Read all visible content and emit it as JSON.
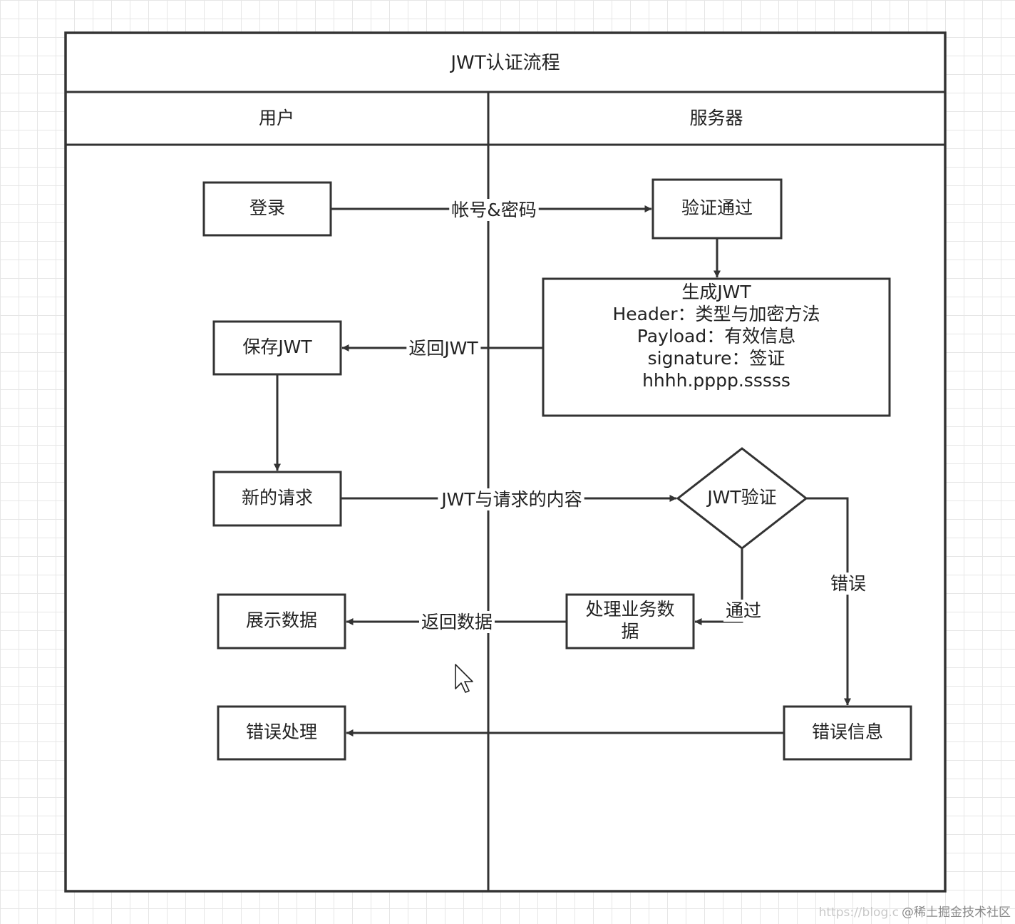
{
  "diagram": {
    "title": "JWT认证流程",
    "lanes": [
      {
        "id": "user",
        "label": "用户"
      },
      {
        "id": "server",
        "label": "服务器"
      }
    ],
    "nodes": [
      {
        "id": "login",
        "shape": "rect",
        "lane": "user",
        "lines": [
          "登录"
        ]
      },
      {
        "id": "verify_pass",
        "shape": "rect",
        "lane": "server",
        "lines": [
          "验证通过"
        ]
      },
      {
        "id": "gen_jwt",
        "shape": "rect",
        "lane": "server",
        "lines": [
          "生成JWT",
          "Header：类型与加密方法",
          "Payload：有效信息",
          "signature：签证",
          "hhhh.pppp.sssss"
        ]
      },
      {
        "id": "save_jwt",
        "shape": "rect",
        "lane": "user",
        "lines": [
          "保存JWT"
        ]
      },
      {
        "id": "new_request",
        "shape": "rect",
        "lane": "user",
        "lines": [
          "新的请求"
        ]
      },
      {
        "id": "jwt_verify",
        "shape": "diamond",
        "lane": "server",
        "lines": [
          "JWT验证"
        ]
      },
      {
        "id": "process_data",
        "shape": "rect",
        "lane": "server",
        "lines": [
          "处理业务数",
          "据"
        ]
      },
      {
        "id": "show_data",
        "shape": "rect",
        "lane": "user",
        "lines": [
          "展示数据"
        ]
      },
      {
        "id": "error_info",
        "shape": "rect",
        "lane": "server",
        "lines": [
          "错误信息"
        ]
      },
      {
        "id": "error_handle",
        "shape": "rect",
        "lane": "user",
        "lines": [
          "错误处理"
        ]
      }
    ],
    "edges": [
      {
        "id": "e1",
        "from": "login",
        "to": "verify_pass",
        "label": "帐号&密码"
      },
      {
        "id": "e2",
        "from": "verify_pass",
        "to": "gen_jwt",
        "label": ""
      },
      {
        "id": "e3",
        "from": "gen_jwt",
        "to": "save_jwt",
        "label": "返回JWT"
      },
      {
        "id": "e4",
        "from": "save_jwt",
        "to": "new_request",
        "label": ""
      },
      {
        "id": "e5",
        "from": "new_request",
        "to": "jwt_verify",
        "label": "JWT与请求的内容"
      },
      {
        "id": "e6",
        "from": "jwt_verify",
        "to": "process_data",
        "label": "通过"
      },
      {
        "id": "e7",
        "from": "jwt_verify",
        "to": "error_info",
        "label": "错误"
      },
      {
        "id": "e8",
        "from": "process_data",
        "to": "show_data",
        "label": "返回数据"
      },
      {
        "id": "e9",
        "from": "error_info",
        "to": "error_handle",
        "label": ""
      }
    ]
  },
  "watermark": {
    "faint_text": "https://blog.c",
    "text": "@稀土掘金技术社区"
  },
  "colors": {
    "stroke": "#333333",
    "grid": "#e6e6e6",
    "background": "#ffffff"
  },
  "cursor": "arrow-pointer-icon"
}
